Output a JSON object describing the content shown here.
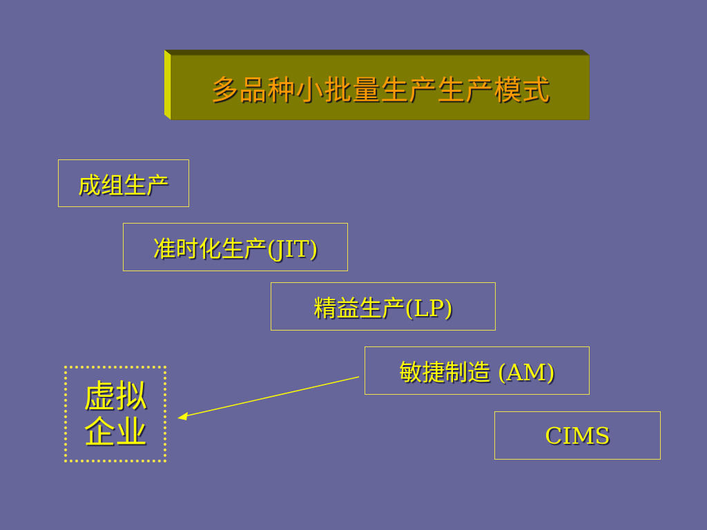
{
  "title": "多品种小批量生产生产模式",
  "modes": [
    "成组生产",
    "准时化生产(JIT)",
    "精益生产(LP)",
    "敏捷制造 (AM)",
    "CIMS"
  ],
  "virtual_enterprise": {
    "line1": "虚拟",
    "line2": "企业"
  },
  "colors": {
    "background": "#66669a",
    "banner_face": "#7d7a00",
    "title_text": "#ff9900",
    "box_text": "#ffff00",
    "box_border": "#f2e24a"
  }
}
